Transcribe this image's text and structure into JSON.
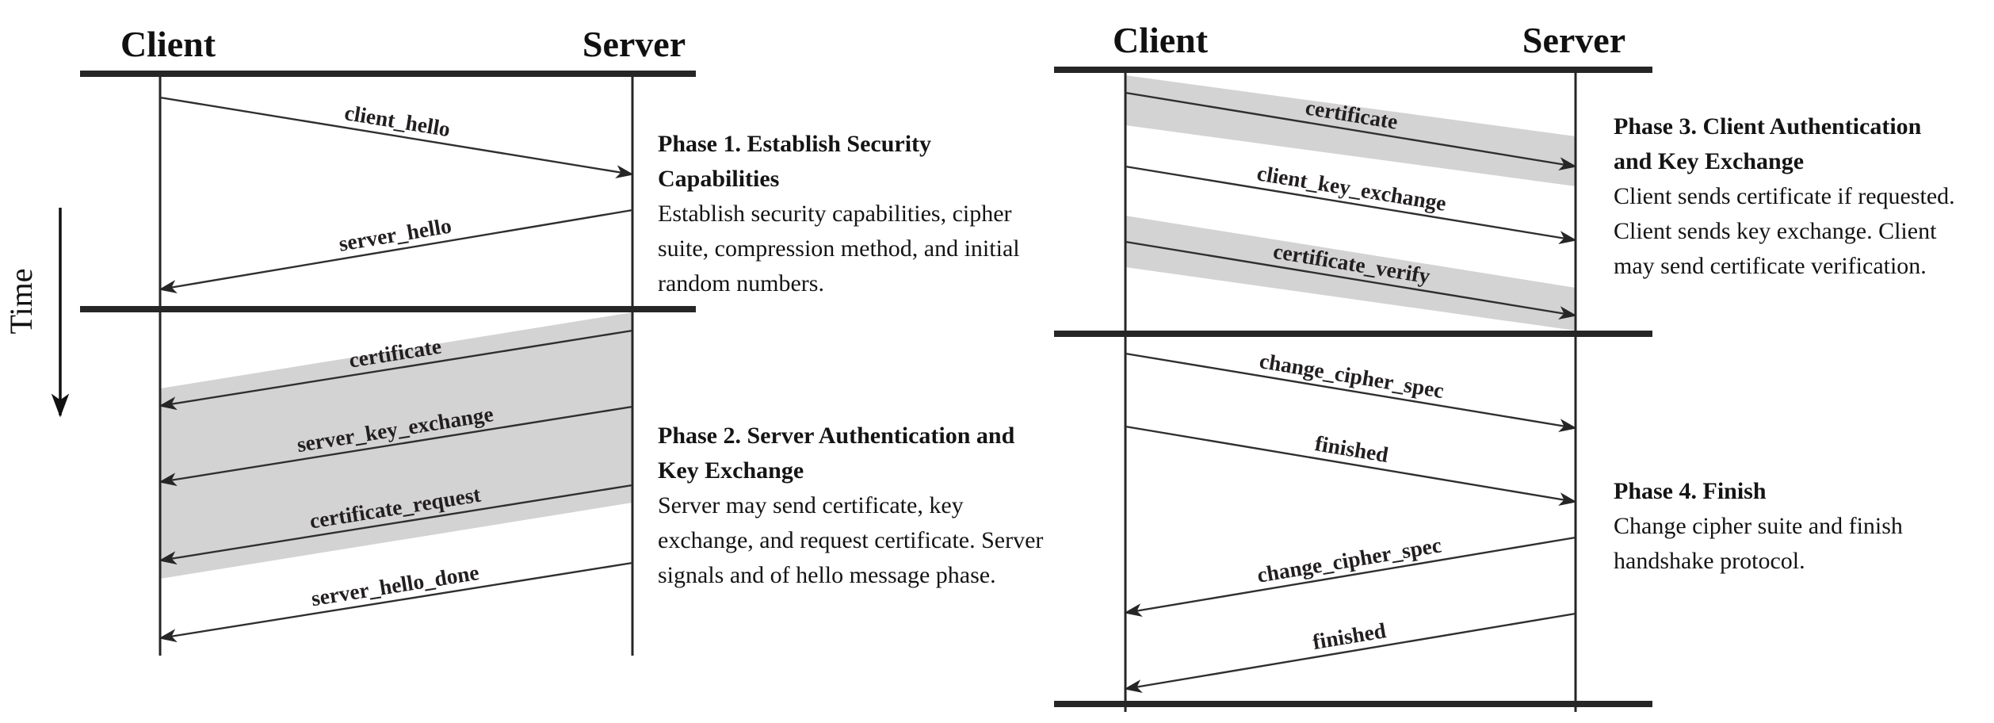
{
  "figure": {
    "description_kind": "tls-handshake-action-diagram"
  },
  "colors": {
    "shade": "#d3d3d3",
    "ink": "#262626"
  },
  "left_diagram": {
    "client_header": "Client",
    "server_header": "Server",
    "time_label": "Time",
    "messages": [
      {
        "label": "client_hello",
        "from": "client",
        "shaded": false
      },
      {
        "label": "server_hello",
        "from": "server",
        "shaded": false
      },
      {
        "label": "certificate",
        "from": "server",
        "shaded": true
      },
      {
        "label": "server_key_exchange",
        "from": "server",
        "shaded": true
      },
      {
        "label": "certificate_request",
        "from": "server",
        "shaded": true
      },
      {
        "label": "server_hello_done",
        "from": "server",
        "shaded": false
      }
    ]
  },
  "right_diagram": {
    "client_header": "Client",
    "server_header": "Server",
    "messages": [
      {
        "label": "certificate",
        "from": "client",
        "shaded": true
      },
      {
        "label": "client_key_exchange",
        "from": "client",
        "shaded": false
      },
      {
        "label": "certificate_verify",
        "from": "client",
        "shaded": true
      },
      {
        "label": "change_cipher_spec",
        "from": "client",
        "shaded": false
      },
      {
        "label": "finished",
        "from": "client",
        "shaded": false
      },
      {
        "label": "change_cipher_spec",
        "from": "server",
        "shaded": false
      },
      {
        "label": "finished",
        "from": "server",
        "shaded": false
      }
    ]
  },
  "annotations": [
    {
      "title_lines": [
        "Phase 1. Establish Security",
        "Capabilities"
      ],
      "body_lines": [
        "Establish security capabilities, cipher",
        "suite, compression method, and initial",
        "random numbers."
      ]
    },
    {
      "title_lines": [
        "Phase 2. Server Authentication and",
        "Key Exchange"
      ],
      "body_lines": [
        "Server may send certificate, key",
        "exchange, and request certificate. Server",
        "signals and of hello message phase."
      ]
    },
    {
      "title_lines": [
        "Phase 3. Client Authentication",
        "and Key Exchange"
      ],
      "body_lines": [
        "Client sends certificate if requested.",
        "Client sends key exchange. Client",
        "may send certificate verification."
      ]
    },
    {
      "title_lines": [
        "Phase 4. Finish"
      ],
      "body_lines": [
        "Change cipher suite and finish",
        "handshake protocol."
      ]
    }
  ]
}
